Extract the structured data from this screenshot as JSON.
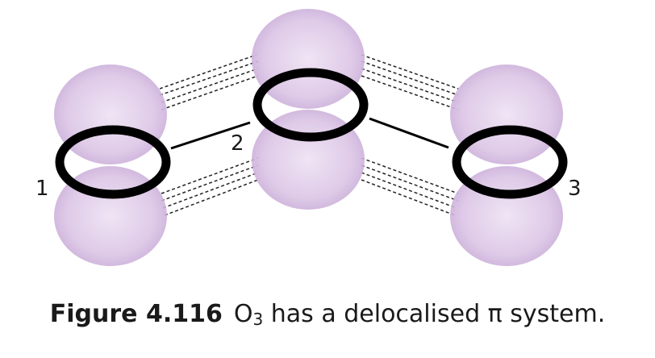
{
  "atom_labels": {
    "a1": "1",
    "a2": "2",
    "a3": "3"
  },
  "caption": {
    "figure_label": "Figure 4.116",
    "element": "O",
    "subscript": "3",
    "rest": " has a delocalised π system."
  },
  "colors": {
    "lobe": "#ddc9e6",
    "lobe_shade": "#b895c8",
    "ring": "#000000",
    "bond_line": "#000000",
    "overlap_dashes": "#222222",
    "text": "#1a1a1a"
  }
}
